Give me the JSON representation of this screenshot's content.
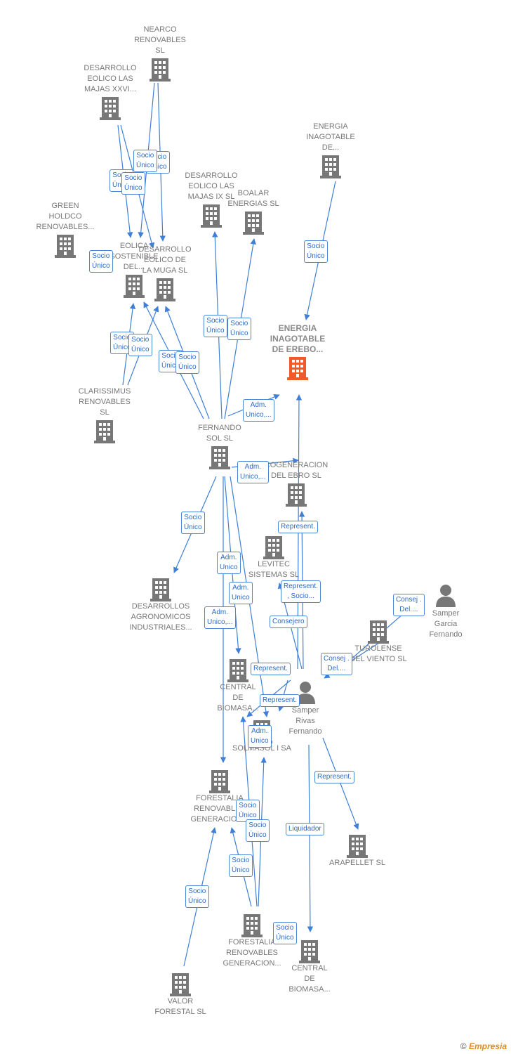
{
  "center_node": {
    "label": "ENERGIA\nINAGOTABLE\nDE EREBO...",
    "icon": "building-icon",
    "color": "#f05a28"
  },
  "nodes": [
    {
      "id": "nearco",
      "label": "NEARCO\nRENOVABLES\nSL",
      "icon": "building-icon"
    },
    {
      "id": "majas_xxvi",
      "label": "DESARROLLO\nEOLICO LAS\nMAJAS XXVI...",
      "icon": "building-icon"
    },
    {
      "id": "energia_inag",
      "label": "ENERGIA\nINAGOTABLE\nDE...",
      "icon": "building-icon"
    },
    {
      "id": "majas_ix",
      "label": "DESARROLLO\nEOLICO LAS\nMAJAS IX SL",
      "icon": "building-icon"
    },
    {
      "id": "boalar",
      "label": "BOALAR\nENERGIAS SL",
      "icon": "building-icon"
    },
    {
      "id": "green_holdco",
      "label": "GREEN\nHOLDCO\nRENOVABLES...",
      "icon": "building-icon"
    },
    {
      "id": "eolica_sostenible",
      "label": "EOLICA\nSOSTENIBLE\nDEL...",
      "icon": "building-icon"
    },
    {
      "id": "muga",
      "label": "DESARROLLO\nEOLICO DE\nLA MUGA SL",
      "icon": "building-icon"
    },
    {
      "id": "clarissimus",
      "label": "CLARISSIMUS\nRENOVABLES\nSL",
      "icon": "building-icon"
    },
    {
      "id": "fernando_sol",
      "label": "FERNANDO\nSOL SL",
      "icon": "building-icon"
    },
    {
      "id": "cogeneracion",
      "label": "COGENERACION\nDEL EBRO SL",
      "icon": "building-icon"
    },
    {
      "id": "levitec",
      "label": "LEVITEC\nSISTEMAS SL",
      "icon": "building-icon"
    },
    {
      "id": "samper_garcia",
      "label": "Samper\nGarcia\nFernando",
      "icon": "person-icon"
    },
    {
      "id": "desarrollos_agro",
      "label": "DESARROLLOS\nAGRONOMICOS\nINDUSTRIALES...",
      "icon": "building-icon"
    },
    {
      "id": "turolense",
      "label": "TUROLENSE\nDEL VIENTO SL",
      "icon": "building-icon"
    },
    {
      "id": "central_biomasa_1",
      "label": "CENTRAL\nDE\nBIOMASA...",
      "icon": "building-icon"
    },
    {
      "id": "samper_rivas",
      "label": "Samper\nRivas\nFernando",
      "icon": "person-icon"
    },
    {
      "id": "solmasol",
      "label": "SOLMASOL I SA",
      "icon": "building-icon"
    },
    {
      "id": "forestalia_1",
      "label": "FORESTALIA\nRENOVABLES\nGENERACION...",
      "icon": "building-icon"
    },
    {
      "id": "arapellet",
      "label": "ARAPELLET SL",
      "icon": "building-icon"
    },
    {
      "id": "forestalia_2",
      "label": "FORESTALIA\nRENOVABLES\nGENERACION...",
      "icon": "building-icon"
    },
    {
      "id": "central_biomasa_2",
      "label": "CENTRAL\nDE\nBIOMASA...",
      "icon": "building-icon"
    },
    {
      "id": "valor_forestal",
      "label": "VALOR\nFORESTAL SL",
      "icon": "building-icon"
    }
  ],
  "edge_labels": [
    {
      "id": "e1",
      "text": "Socio\nÚnico"
    },
    {
      "id": "e2",
      "text": "Socio\nÚnico"
    },
    {
      "id": "e3",
      "text": "Socio\nÚnico"
    },
    {
      "id": "e4",
      "text": "Socio\nÚnico"
    },
    {
      "id": "e5",
      "text": "Socio\nÚnico"
    },
    {
      "id": "e6",
      "text": "Socio\nÚnico"
    },
    {
      "id": "e7",
      "text": "Socio\nÚnico"
    },
    {
      "id": "e8",
      "text": "Socio\nÚnico"
    },
    {
      "id": "e9",
      "text": "Socio\nÚnico"
    },
    {
      "id": "e10",
      "text": "Socio\nÚnico"
    },
    {
      "id": "e11",
      "text": "Socio\nÚnico"
    },
    {
      "id": "e12",
      "text": "Socio\nÚnico"
    },
    {
      "id": "e13",
      "text": "Socio\nÚnico"
    },
    {
      "id": "e14",
      "text": "Adm.\nUnico,..."
    },
    {
      "id": "e15",
      "text": "Adm.\nUnico,..."
    },
    {
      "id": "e16",
      "text": "Socio\nÚnico"
    },
    {
      "id": "e17",
      "text": "Represent."
    },
    {
      "id": "e18",
      "text": "Adm.\nUnico"
    },
    {
      "id": "e19",
      "text": "Adm.\nUnico"
    },
    {
      "id": "e20",
      "text": "Represent.\n, Socio..."
    },
    {
      "id": "e21",
      "text": "Adm.\nUnico,..."
    },
    {
      "id": "e22",
      "text": "Consejero"
    },
    {
      "id": "e23",
      "text": "Consej .\nDel...."
    },
    {
      "id": "e24",
      "text": "Consej .\nDel...."
    },
    {
      "id": "e25",
      "text": "Represent."
    },
    {
      "id": "e26",
      "text": "Represent."
    },
    {
      "id": "e27",
      "text": "Adm.\nUnico"
    },
    {
      "id": "e28",
      "text": "Represent."
    },
    {
      "id": "e29",
      "text": "Socio\nÚnico"
    },
    {
      "id": "e30",
      "text": "Socio\nÚnico"
    },
    {
      "id": "e31",
      "text": "Liquidador"
    },
    {
      "id": "e32",
      "text": "Socio\nÚnico"
    },
    {
      "id": "e33",
      "text": "Socio\nÚnico"
    },
    {
      "id": "e34",
      "text": "Socio\nÚnico"
    }
  ],
  "colors": {
    "edge": "#3f7fd6",
    "node_icon": "#777777",
    "center_icon": "#f05a28"
  },
  "brand": {
    "copyright": "©",
    "name": "Empresia"
  }
}
